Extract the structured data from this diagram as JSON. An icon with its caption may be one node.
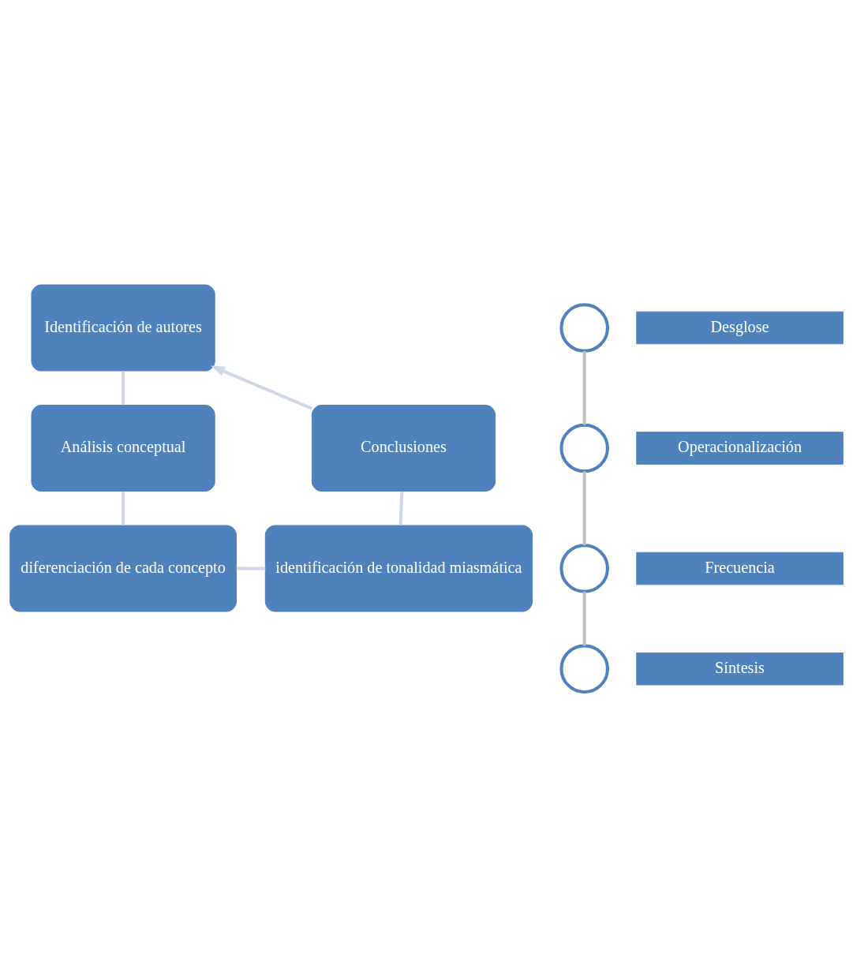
{
  "diagram": {
    "nodes": [
      {
        "text": [
          "Identificación de autores"
        ]
      },
      {
        "text": [
          "Conclusiones"
        ]
      },
      {
        "text": [
          "Análisis conceptual"
        ]
      },
      {
        "text": [
          "identificación de tonalidad miasmática"
        ]
      },
      {
        "text": [
          "diferenciación de cada concepto"
        ]
      },
      {
        "text": [],
        "shape": "circle"
      },
      {
        "text": [
          "Desglose"
        ]
      },
      {
        "text": [],
        "shape": "circle"
      },
      {
        "text": [
          "Operacionalización"
        ]
      },
      {
        "text": [],
        "shape": "circle"
      },
      {
        "text": [
          "Frecuencia"
        ]
      },
      {
        "text": [],
        "shape": "circle"
      },
      {
        "text": [
          "Síntesis"
        ]
      }
    ],
    "edges": [
      {
        "from": 0,
        "to": 2,
        "arrow": "none"
      },
      {
        "from": 2,
        "to": 4,
        "arrow": "none"
      },
      {
        "from": 4,
        "to": 3,
        "arrow": "none"
      },
      {
        "from": 3,
        "to": 1,
        "arrow": "none"
      },
      {
        "from": 1,
        "to": 0,
        "arrow": "to"
      },
      {
        "from": 5,
        "to": 7,
        "arrow": "none",
        "color": "#bfbfbf"
      },
      {
        "from": 7,
        "to": 9,
        "arrow": "none",
        "color": "#bfbfbf"
      },
      {
        "from": 9,
        "to": 11,
        "arrow": "none",
        "color": "#bfbfbf"
      }
    ]
  }
}
